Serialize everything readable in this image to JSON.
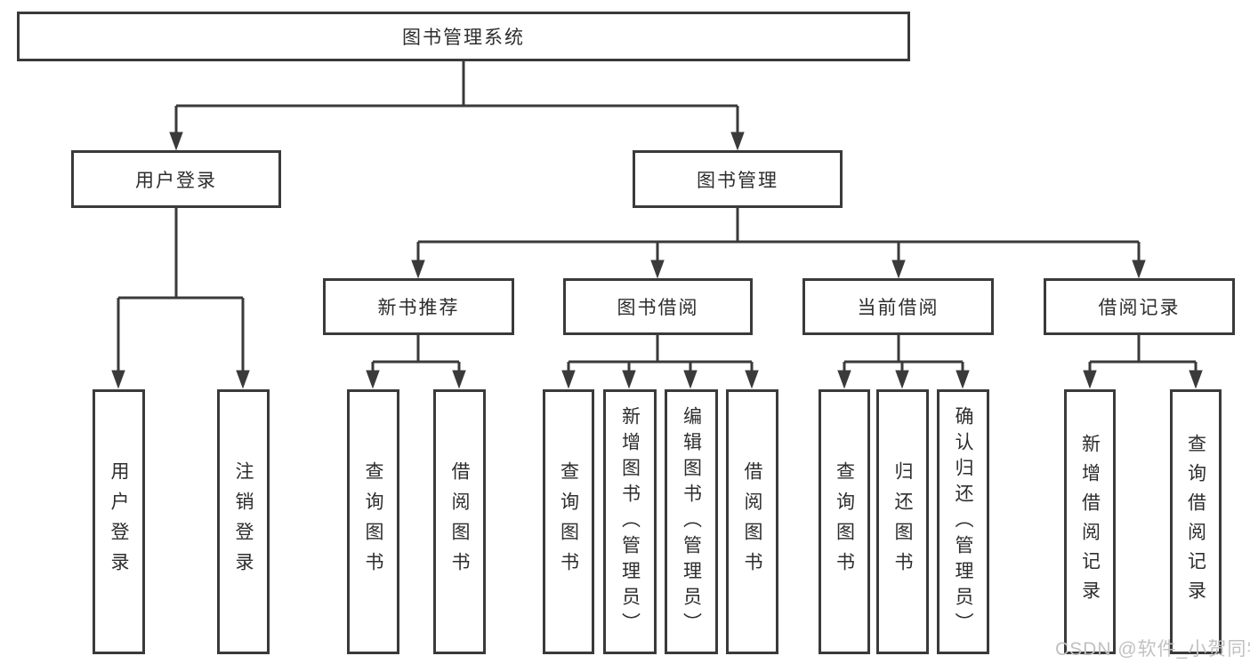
{
  "tree": {
    "root": {
      "label": "图书管理系统"
    },
    "branches": [
      {
        "label": "用户登录",
        "children": [
          {
            "label": "用户登录"
          },
          {
            "label": "注销登录"
          }
        ]
      },
      {
        "label": "图书管理",
        "children": [
          {
            "label": "新书推荐",
            "children": [
              {
                "label": "查询图书"
              },
              {
                "label": "借阅图书"
              }
            ]
          },
          {
            "label": "图书借阅",
            "children": [
              {
                "label": "查询图书"
              },
              {
                "label": "新增图书（管理员）"
              },
              {
                "label": "编辑图书（管理员）"
              },
              {
                "label": "借阅图书"
              }
            ]
          },
          {
            "label": "当前借阅",
            "children": [
              {
                "label": "查询图书"
              },
              {
                "label": "归还图书"
              },
              {
                "label": "确认归还（管理员）"
              }
            ]
          },
          {
            "label": "借阅记录",
            "children": [
              {
                "label": "新增借阅记录"
              },
              {
                "label": "查询借阅记录"
              }
            ]
          }
        ]
      }
    ]
  },
  "watermark": {
    "text": "CSDN @软件_小贺同学"
  },
  "colors": {
    "line": "#3a3a3a",
    "box_border": "#3a3a3a",
    "text": "#2d2d2d",
    "background": "#ffffff",
    "watermark": "#c2c1c1"
  }
}
